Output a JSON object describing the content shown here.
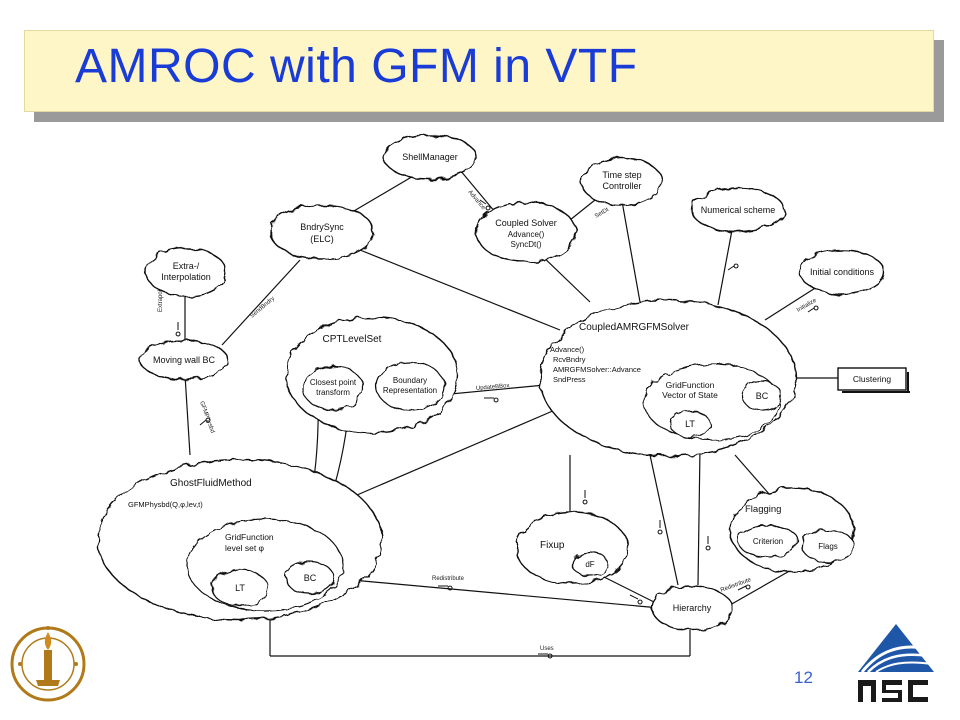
{
  "slide": {
    "title": "AMROC with GFM in VTF",
    "page_number": "12"
  },
  "nodes": {
    "shell_manager": "ShellManager",
    "time_step_line1": "Time step",
    "time_step_line2": "Controller",
    "numerical_scheme": "Numerical scheme",
    "bndry_sync_line1": "BndrySync",
    "bndry_sync_line2": "(ELC)",
    "coupled_solver_line1": "Coupled Solver",
    "coupled_solver_line2": "Advance()",
    "coupled_solver_line3": "SyncDt()",
    "initial_conditions": "Initial conditions",
    "extra_line1": "Extra-/",
    "extra_line2": "Interpolation",
    "moving_wall": "Moving wall BC",
    "cpt_title": "CPTLevelSet",
    "closest_line1": "Closest point",
    "closest_line2": "transform",
    "boundary_line1": "Boundary",
    "boundary_line2": "Representation",
    "camrgfm_title": "CoupledAMRGFMSolver",
    "camrgfm_m1": "Advance()",
    "camrgfm_m2": "RcvBndry",
    "camrgfm_m3": "AMRGFMSolver::Advance",
    "camrgfm_m4": "SndPress",
    "gridfunction_state_line1": "GridFunction",
    "gridfunction_state_line2": "Vector of State",
    "bc": "BC",
    "lt": "LT",
    "clustering": "Clustering",
    "gfm_title": "GhostFluidMethod",
    "gfm_method": "GFMPhysbd(Q,φ,lev,t)",
    "gridfunction_level_line1": "GridFunction",
    "gridfunction_level_line2": "level set φ",
    "fixup": "Fixup",
    "df": "dF",
    "flagging": "Flagging",
    "criterion": "Criterion",
    "flags": "Flags",
    "hierarchy": "Hierarchy"
  },
  "edge_labels": {
    "uses": "Uses",
    "redistribute": "Redistribute",
    "update_bbox": "UpdateBBox",
    "advance": "Advance",
    "set_dt": "SetDt",
    "gfm_physbd": "GFMPhysbd",
    "extrapolate": "Extrapolate",
    "send_bndry": "SendBndry",
    "initialize": "Initialize"
  },
  "colors": {
    "title_text": "#1a3cd6",
    "title_bar": "#fff6c8",
    "page_number": "#3a5fd0",
    "logo_blue": "#1e56a8",
    "seal_gold": "#b07a1a"
  }
}
